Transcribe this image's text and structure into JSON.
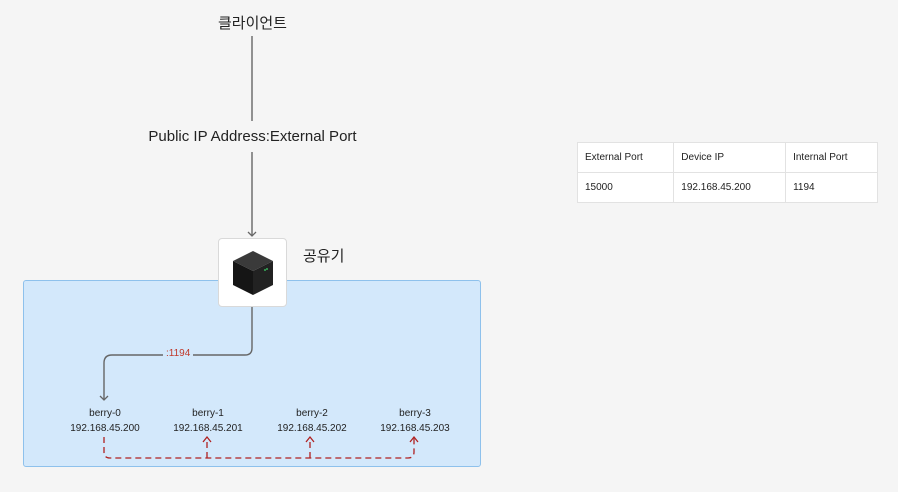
{
  "client": {
    "label": "클라이언트"
  },
  "public_address": {
    "label": "Public IP Address:External Port"
  },
  "router": {
    "label": "공유기"
  },
  "forward_port": {
    "label": ":1194"
  },
  "devices": [
    {
      "name": "berry-0",
      "ip": "192.168.45.200"
    },
    {
      "name": "berry-1",
      "ip": "192.168.45.201"
    },
    {
      "name": "berry-2",
      "ip": "192.168.45.202"
    },
    {
      "name": "berry-3",
      "ip": "192.168.45.203"
    }
  ],
  "port_forward_table": {
    "headers": [
      "External Port",
      "Device IP",
      "Internal Port"
    ],
    "rows": [
      [
        "15000",
        "192.168.45.200",
        "1194"
      ]
    ]
  },
  "colors": {
    "lan_fill": "#d3e8fb",
    "lan_border": "#8ec1ec",
    "arrow": "#666666",
    "dashed_link": "#b02020",
    "port_text": "#c0392b"
  },
  "icons": {
    "router": "router-cube-icon"
  }
}
